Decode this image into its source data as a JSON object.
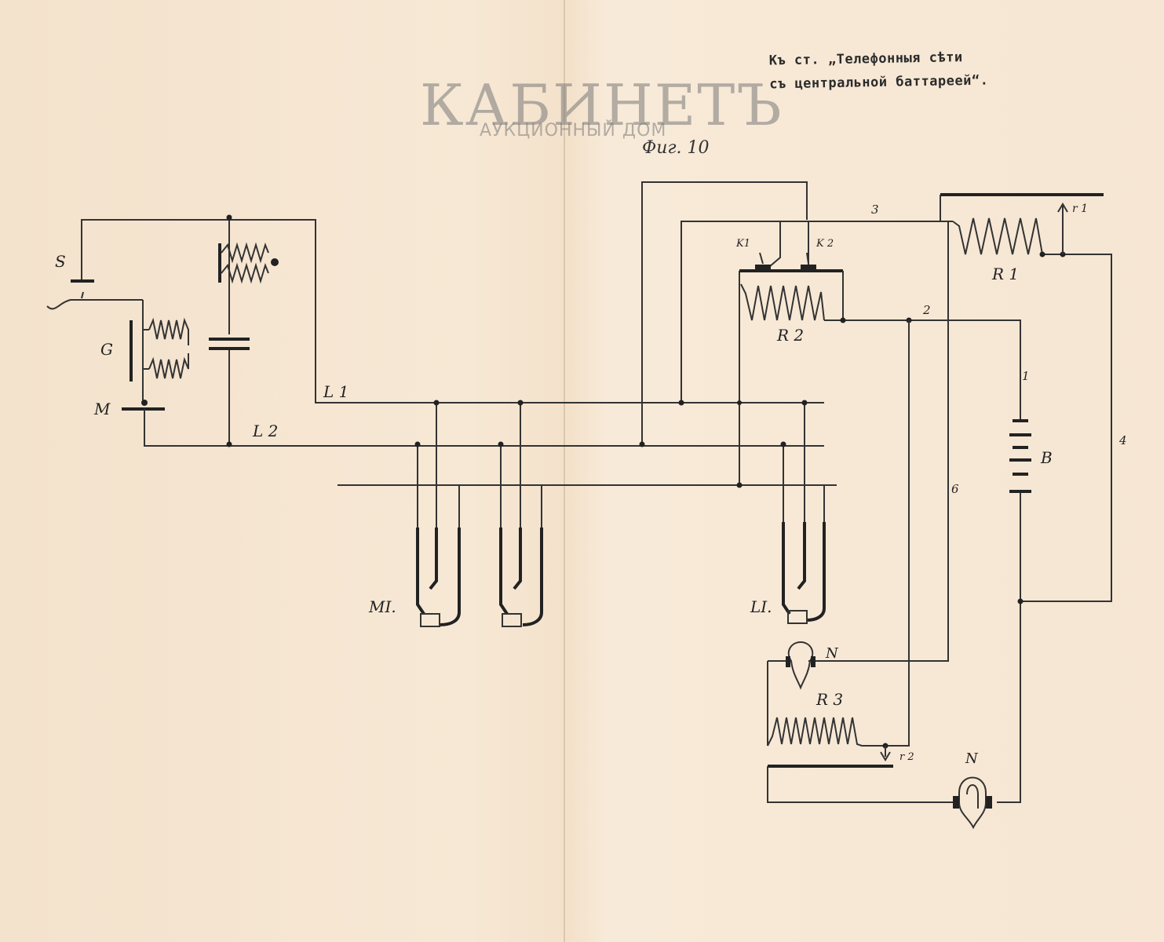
{
  "stamp": {
    "line1": "Къ ст. „Телефонныя сѣти",
    "line2": "съ центральной баттареей“."
  },
  "watermark": {
    "main": "КАБИНЕТЪ",
    "sub": "АУКЦИОННЫЙ ДОМ"
  },
  "figure_caption": "Фиг. 10",
  "labels": {
    "S": "S",
    "G": "G",
    "M": "M",
    "L1": "L 1",
    "L2": "L 2",
    "MI": "MI.",
    "LI": "LI.",
    "K1": "K1",
    "K2": "K 2",
    "R1": "R 1",
    "R2": "R 2",
    "R3": "R 3",
    "r1": "r 1",
    "r2": "r 2",
    "B": "B",
    "N1": "N",
    "N2": "N",
    "w1": "1",
    "w2": "2",
    "w3": "3",
    "w4": "4",
    "w6": "6"
  }
}
